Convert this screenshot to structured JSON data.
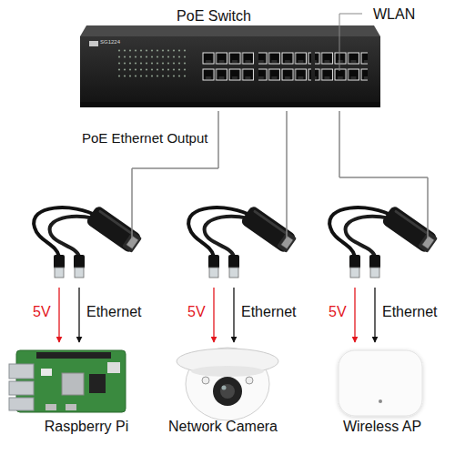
{
  "diagram": {
    "nodes": [
      {
        "text": [
          "PoE Switch"
        ]
      },
      {
        "text": [
          "Raspberry Pi"
        ]
      },
      {
        "text": [
          "Network Camera"
        ]
      },
      {
        "text": [
          "Wireless AP"
        ]
      }
    ],
    "edges": [
      {
        "from": 0,
        "to": 1,
        "label": "5V",
        "arrow": "to"
      },
      {
        "from": 0,
        "to": 1,
        "label": "Ethernet",
        "arrow": "to"
      },
      {
        "from": 0,
        "to": 2,
        "label": "5V",
        "arrow": "to"
      },
      {
        "from": 0,
        "to": 2,
        "label": "Ethernet",
        "arrow": "to"
      },
      {
        "from": 0,
        "to": 3,
        "label": "5V",
        "arrow": "to"
      },
      {
        "from": 0,
        "to": 3,
        "label": "Ethernet",
        "arrow": "to"
      }
    ],
    "labels": [
      "WLAN",
      "PoE Ethernet Output",
      "SG1224"
    ]
  }
}
